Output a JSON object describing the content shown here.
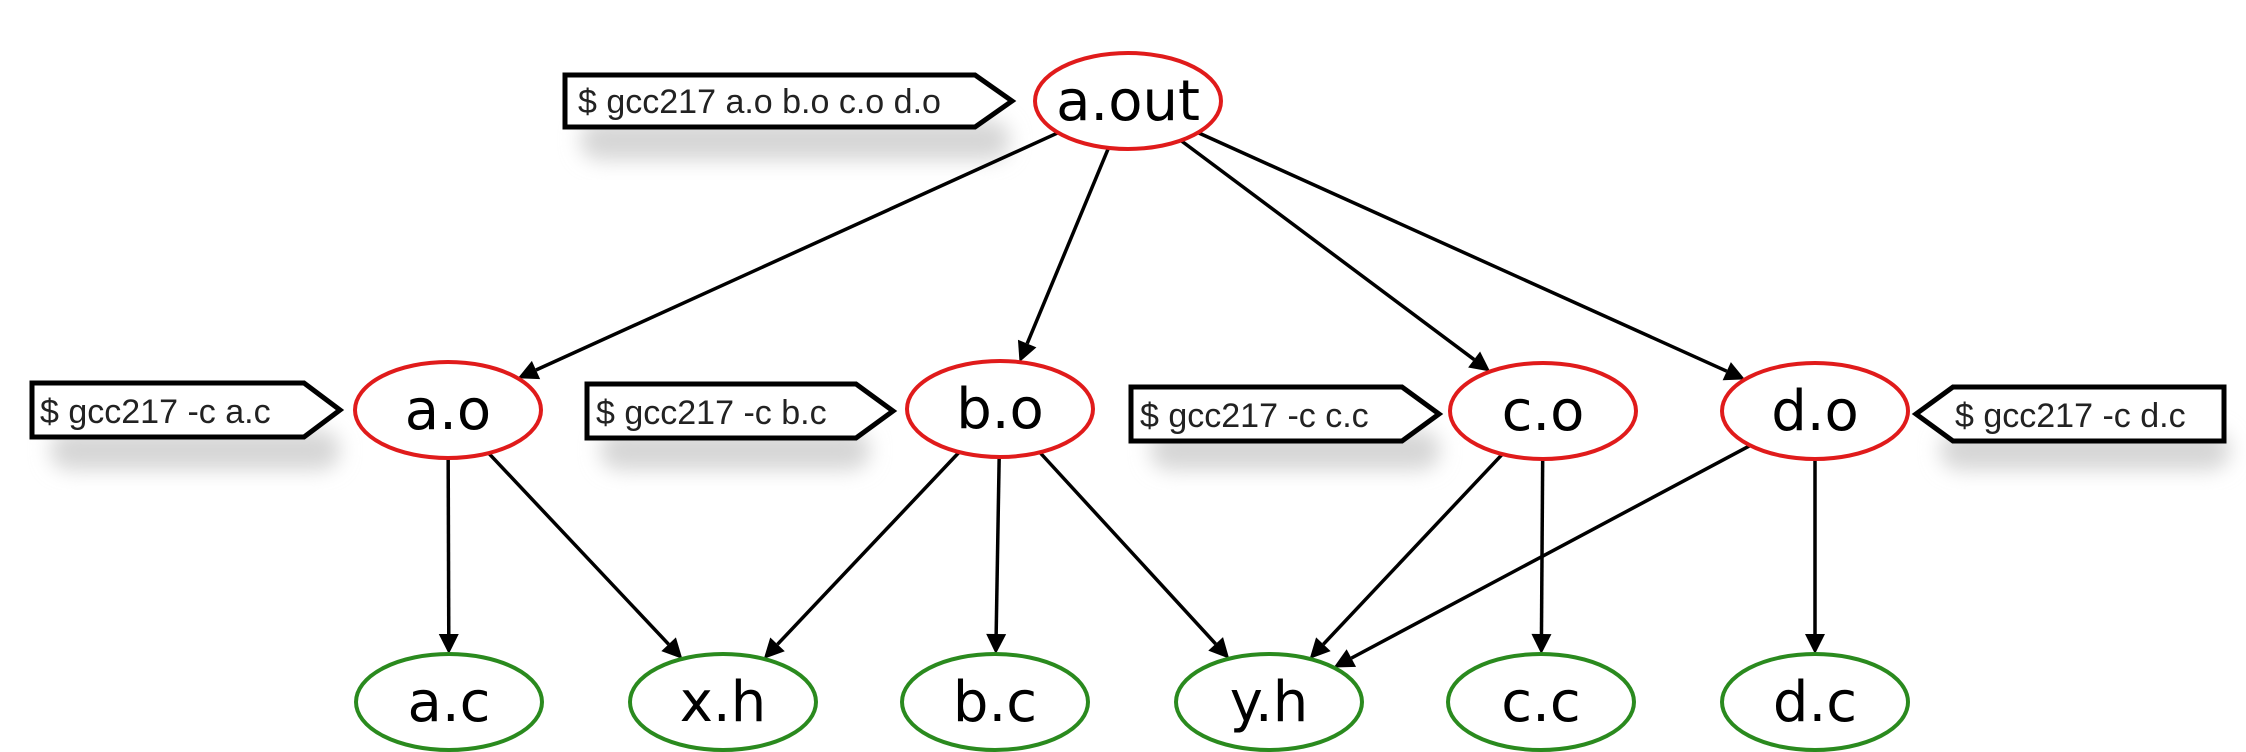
{
  "colors": {
    "built": "#e01b1b",
    "source": "#2a8a1e",
    "edge": "#000000",
    "shadow": "#cfcfcf"
  },
  "nodes": {
    "aout": {
      "label": "a.out",
      "kind": "built"
    },
    "ao": {
      "label": "a.o",
      "kind": "built"
    },
    "bo": {
      "label": "b.o",
      "kind": "built"
    },
    "co": {
      "label": "c.o",
      "kind": "built"
    },
    "do": {
      "label": "d.o",
      "kind": "built"
    },
    "ac": {
      "label": "a.c",
      "kind": "source"
    },
    "xh": {
      "label": "x.h",
      "kind": "source"
    },
    "bc": {
      "label": "b.c",
      "kind": "source"
    },
    "yh": {
      "label": "y.h",
      "kind": "source"
    },
    "cc": {
      "label": "c.c",
      "kind": "source"
    },
    "dc": {
      "label": "d.c",
      "kind": "source"
    }
  },
  "edges": [
    [
      "aout",
      "ao"
    ],
    [
      "aout",
      "bo"
    ],
    [
      "aout",
      "co"
    ],
    [
      "aout",
      "do"
    ],
    [
      "ao",
      "ac"
    ],
    [
      "ao",
      "xh"
    ],
    [
      "bo",
      "xh"
    ],
    [
      "bo",
      "bc"
    ],
    [
      "bo",
      "yh"
    ],
    [
      "co",
      "yh"
    ],
    [
      "co",
      "cc"
    ],
    [
      "do",
      "yh"
    ],
    [
      "do",
      "dc"
    ]
  ],
  "commands": {
    "link": "$ gcc217 a.o b.o c.o d.o",
    "a": "$ gcc217 -c a.c",
    "b": "$ gcc217 -c b.c",
    "c": "$ gcc217 -c c.c",
    "d": "$ gcc217 -c d.c"
  }
}
